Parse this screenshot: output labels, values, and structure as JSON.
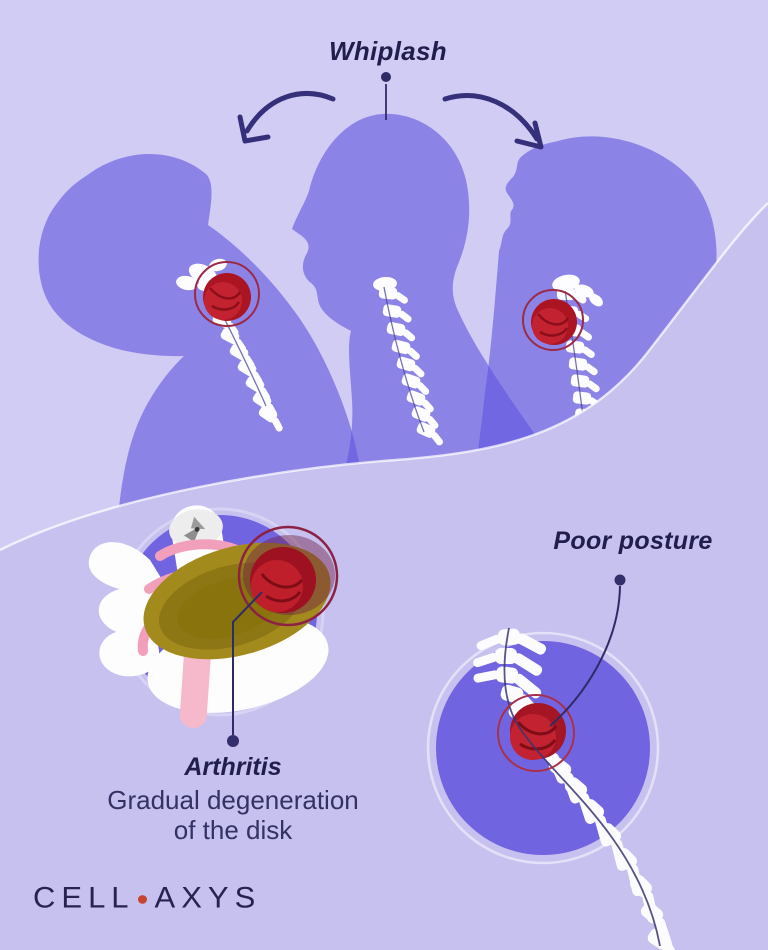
{
  "page": {
    "description": "Infographic of neck pain causes: whiplash, arthritis, poor posture"
  },
  "labels": {
    "whiplash": "Whiplash",
    "poor_posture": "Poor posture",
    "arthritis_title": "Arthritis",
    "arthritis_desc_line1": "Gradual degeneration",
    "arthritis_desc_line2": "of the disk"
  },
  "logo": {
    "word_left": "CELL",
    "word_right": "AXYS",
    "dot_color": "#c5462f"
  },
  "colors": {
    "background_top": "#d0ccf3",
    "background_bottom": "#c6c1ee",
    "silhouette_purple": "#8c82e6",
    "silhouette_overlap": "#7266e1",
    "feature_circle_purple": "#7164e1",
    "bone_white": "#fdfdff",
    "pain_red": "#c32330",
    "pain_red_dark": "#a51523",
    "pain_ring": "#9c2a45",
    "disk_olive": "#a28a1d",
    "disk_olive_dark": "#8d7614",
    "ligament_pink": "#f19fba",
    "text_navy": "#211e4e",
    "arrow_indigo": "#35307a"
  }
}
